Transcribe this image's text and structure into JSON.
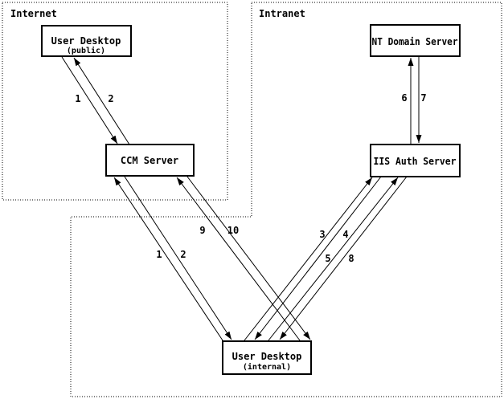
{
  "diagram": {
    "background_color": "#ffffff",
    "line_color": "#000000",
    "zones": {
      "internet": {
        "label": "Internet"
      },
      "intranet": {
        "label": "Intranet"
      }
    },
    "nodes": {
      "user_desktop_public": {
        "title": "User Desktop",
        "subtitle": "(public)"
      },
      "ccm_server": {
        "title": "CCM Server"
      },
      "nt_domain_server": {
        "title": "NT Domain Server"
      },
      "iis_auth_server": {
        "title": "IIS Auth Server"
      },
      "user_desktop_internal": {
        "title": "User Desktop",
        "subtitle": "(internal)"
      }
    },
    "edge_labels": {
      "pub_to_ccm": "1",
      "ccm_to_pub": "2",
      "internal_to_ccm": "1",
      "ccm_to_internal": "2",
      "internal_to_iis_request": "3",
      "iis_to_internal_challenge": "4",
      "internal_to_iis_credentials": "5",
      "iis_to_nt": "6",
      "nt_to_iis": "7",
      "iis_to_internal_response": "8",
      "internal_to_ccm_cookie": "9",
      "ccm_to_internal_content": "10"
    }
  }
}
